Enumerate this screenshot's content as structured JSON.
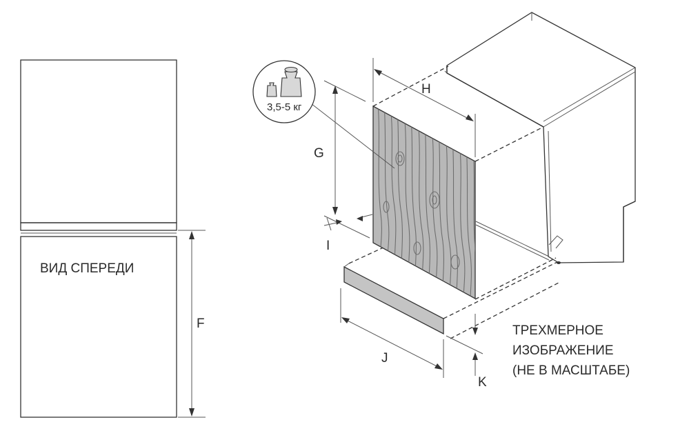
{
  "front_view": {
    "caption": "ВИД СПЕРЕДИ",
    "dim_height": "F"
  },
  "iso_view": {
    "dims": {
      "panel_width": "H",
      "panel_height": "G",
      "panel_thickness": "I",
      "plinth_width": "J",
      "plinth_height": "K"
    },
    "weight_badge": "3,5-5 кг",
    "note_lines": [
      "ТРЕХМЕРНОЕ",
      "ИЗОБРАЖЕНИЕ",
      "(НЕ В МАСШТАБЕ)"
    ]
  },
  "colors": {
    "line": "#333333",
    "panel_wood": "#b8b8b8",
    "plinth": "#c4c4c4",
    "badge_fill": "#e6e6e6"
  },
  "icons": [
    "weight-icon"
  ]
}
